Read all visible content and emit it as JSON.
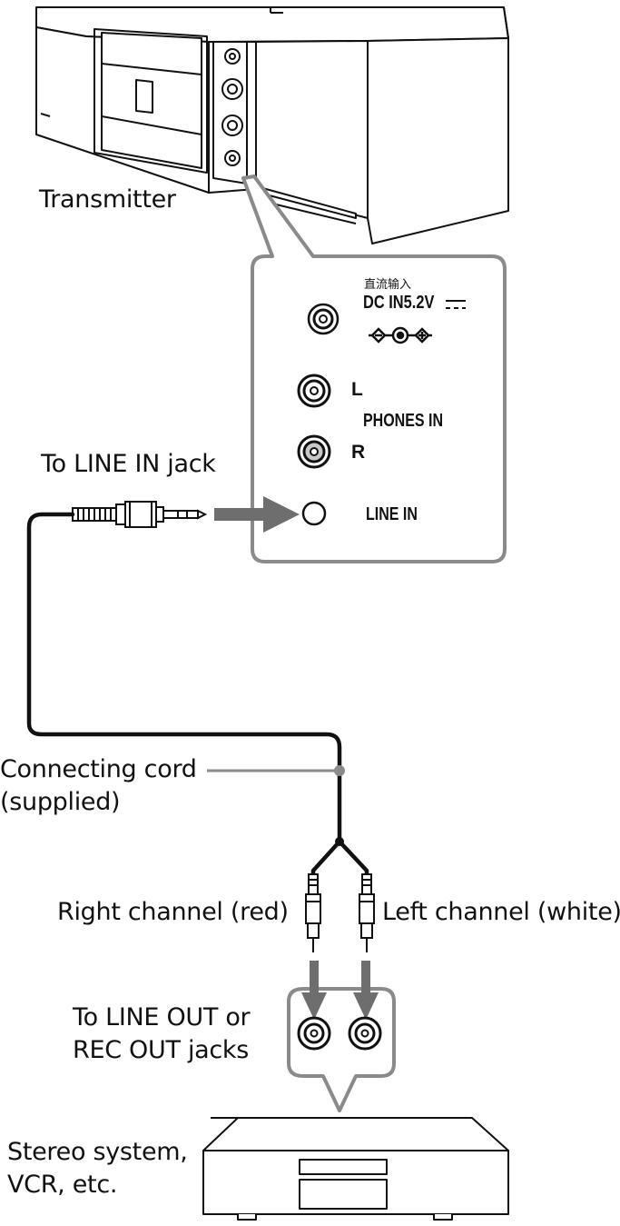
{
  "labels": {
    "transmitter": "Transmitter",
    "to_line_in_jack": "To LINE IN jack",
    "connecting_cord_line1": "Connecting cord",
    "connecting_cord_line2": "(supplied)",
    "right_channel": "Right channel (red)",
    "left_channel": "Left channel (white)",
    "to_line_out_line1": "To LINE OUT or",
    "to_line_out_line2": "REC OUT jacks",
    "stereo_line1": "Stereo system,",
    "stereo_line2": "VCR, etc."
  },
  "panel": {
    "dc_in_chinese": "直流输入",
    "dc_in": "DC IN5.2V",
    "left": "L",
    "phones_in": "PHONES IN",
    "right": "R",
    "line_in": "LINE IN"
  },
  "colors": {
    "line": "#111111",
    "callout_gray": "#8a8a8a",
    "arrow_gray": "#6e6e6e",
    "jack_fill_gray": "#c8c8c8"
  }
}
